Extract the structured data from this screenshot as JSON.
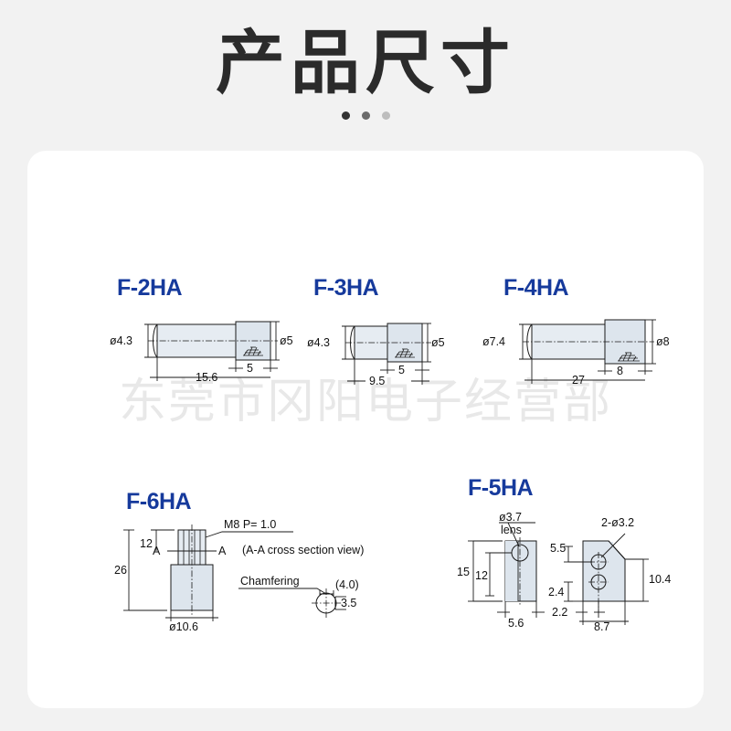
{
  "header": {
    "title": "产品尺寸",
    "dots": [
      "dot-active",
      "dot-mid",
      "dot-faint"
    ]
  },
  "watermark": "东莞市冈阳电子经营部",
  "accent_color": "#163a9c",
  "background_color": "#f2f2f2",
  "card_color": "#ffffff",
  "products": [
    {
      "label": "F-2HA",
      "dims": {
        "left_dia": "ø4.3",
        "right_dia": "ø5",
        "head_len": "5",
        "total_len": "15.6"
      }
    },
    {
      "label": "F-3HA",
      "dims": {
        "left_dia": "ø4.3",
        "right_dia": "ø5",
        "head_len": "5",
        "total_len": "9.5"
      }
    },
    {
      "label": "F-4HA",
      "dims": {
        "left_dia": "ø7.4",
        "right_dia": "ø8",
        "head_len": "8",
        "total_len": "27"
      }
    },
    {
      "label": "F-6HA",
      "dims": {
        "thread": "M8 P= 1.0",
        "section_letter_left": "A",
        "section_letter_right": "A",
        "section_note": "(A-A cross section view)",
        "chamfer_label": "Chamfering",
        "chamfer_width": "(4.0)",
        "chamfer_flat": "3.5",
        "thread_len": "12",
        "total_len": "26",
        "body_dia": "ø10.6"
      }
    },
    {
      "label": "F-5HA",
      "dims": {
        "lens_dia": "ø3.7",
        "lens_label": "lens",
        "height_total": "15",
        "height_inner": "12",
        "width_front": "5.6",
        "holes": "2-ø3.2",
        "hole_top": "5.5",
        "hole_bottom": "2.4",
        "hole_offset": "2.2",
        "side_height": "10.4",
        "side_width": "8.7"
      }
    }
  ]
}
